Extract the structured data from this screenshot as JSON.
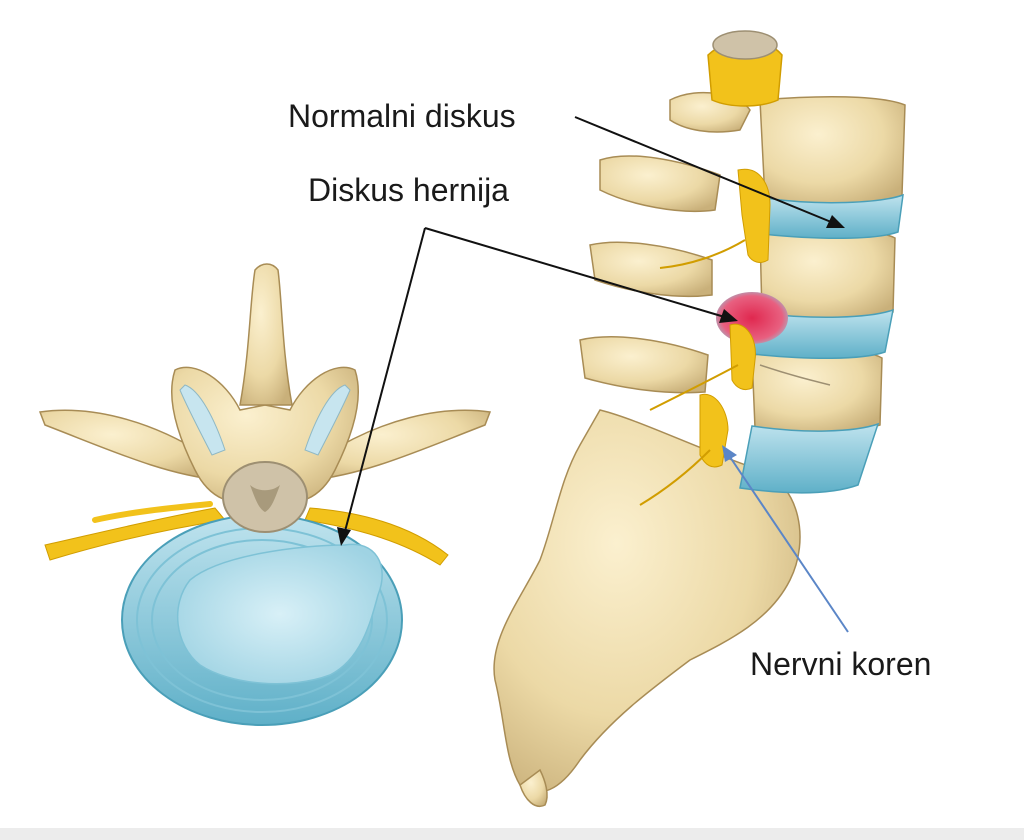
{
  "labels": {
    "normal_disc": "Normalni diskus",
    "disc_herniation": "Diskus hernija",
    "nerve_root": "Nervni koren"
  },
  "colors": {
    "bone": "#ecd9a6",
    "bone_shadow": "#c9b07a",
    "bone_outline": "#a88c55",
    "disc": "#8fcbdc",
    "disc_dark": "#5fb0c8",
    "nucleus": "#bfe3ee",
    "nerve": "#f2c21b",
    "nerve_dark": "#d19d00",
    "herniation": "#e0284f",
    "spinal_cord": "#cfc2a8",
    "arrow_black": "#111111",
    "arrow_blue": "#5b86c7"
  },
  "illustrations": {
    "left": "axial-vertebra-with-herniated-disc",
    "right": "lateral-lumbar-spine-and-sacrum"
  }
}
